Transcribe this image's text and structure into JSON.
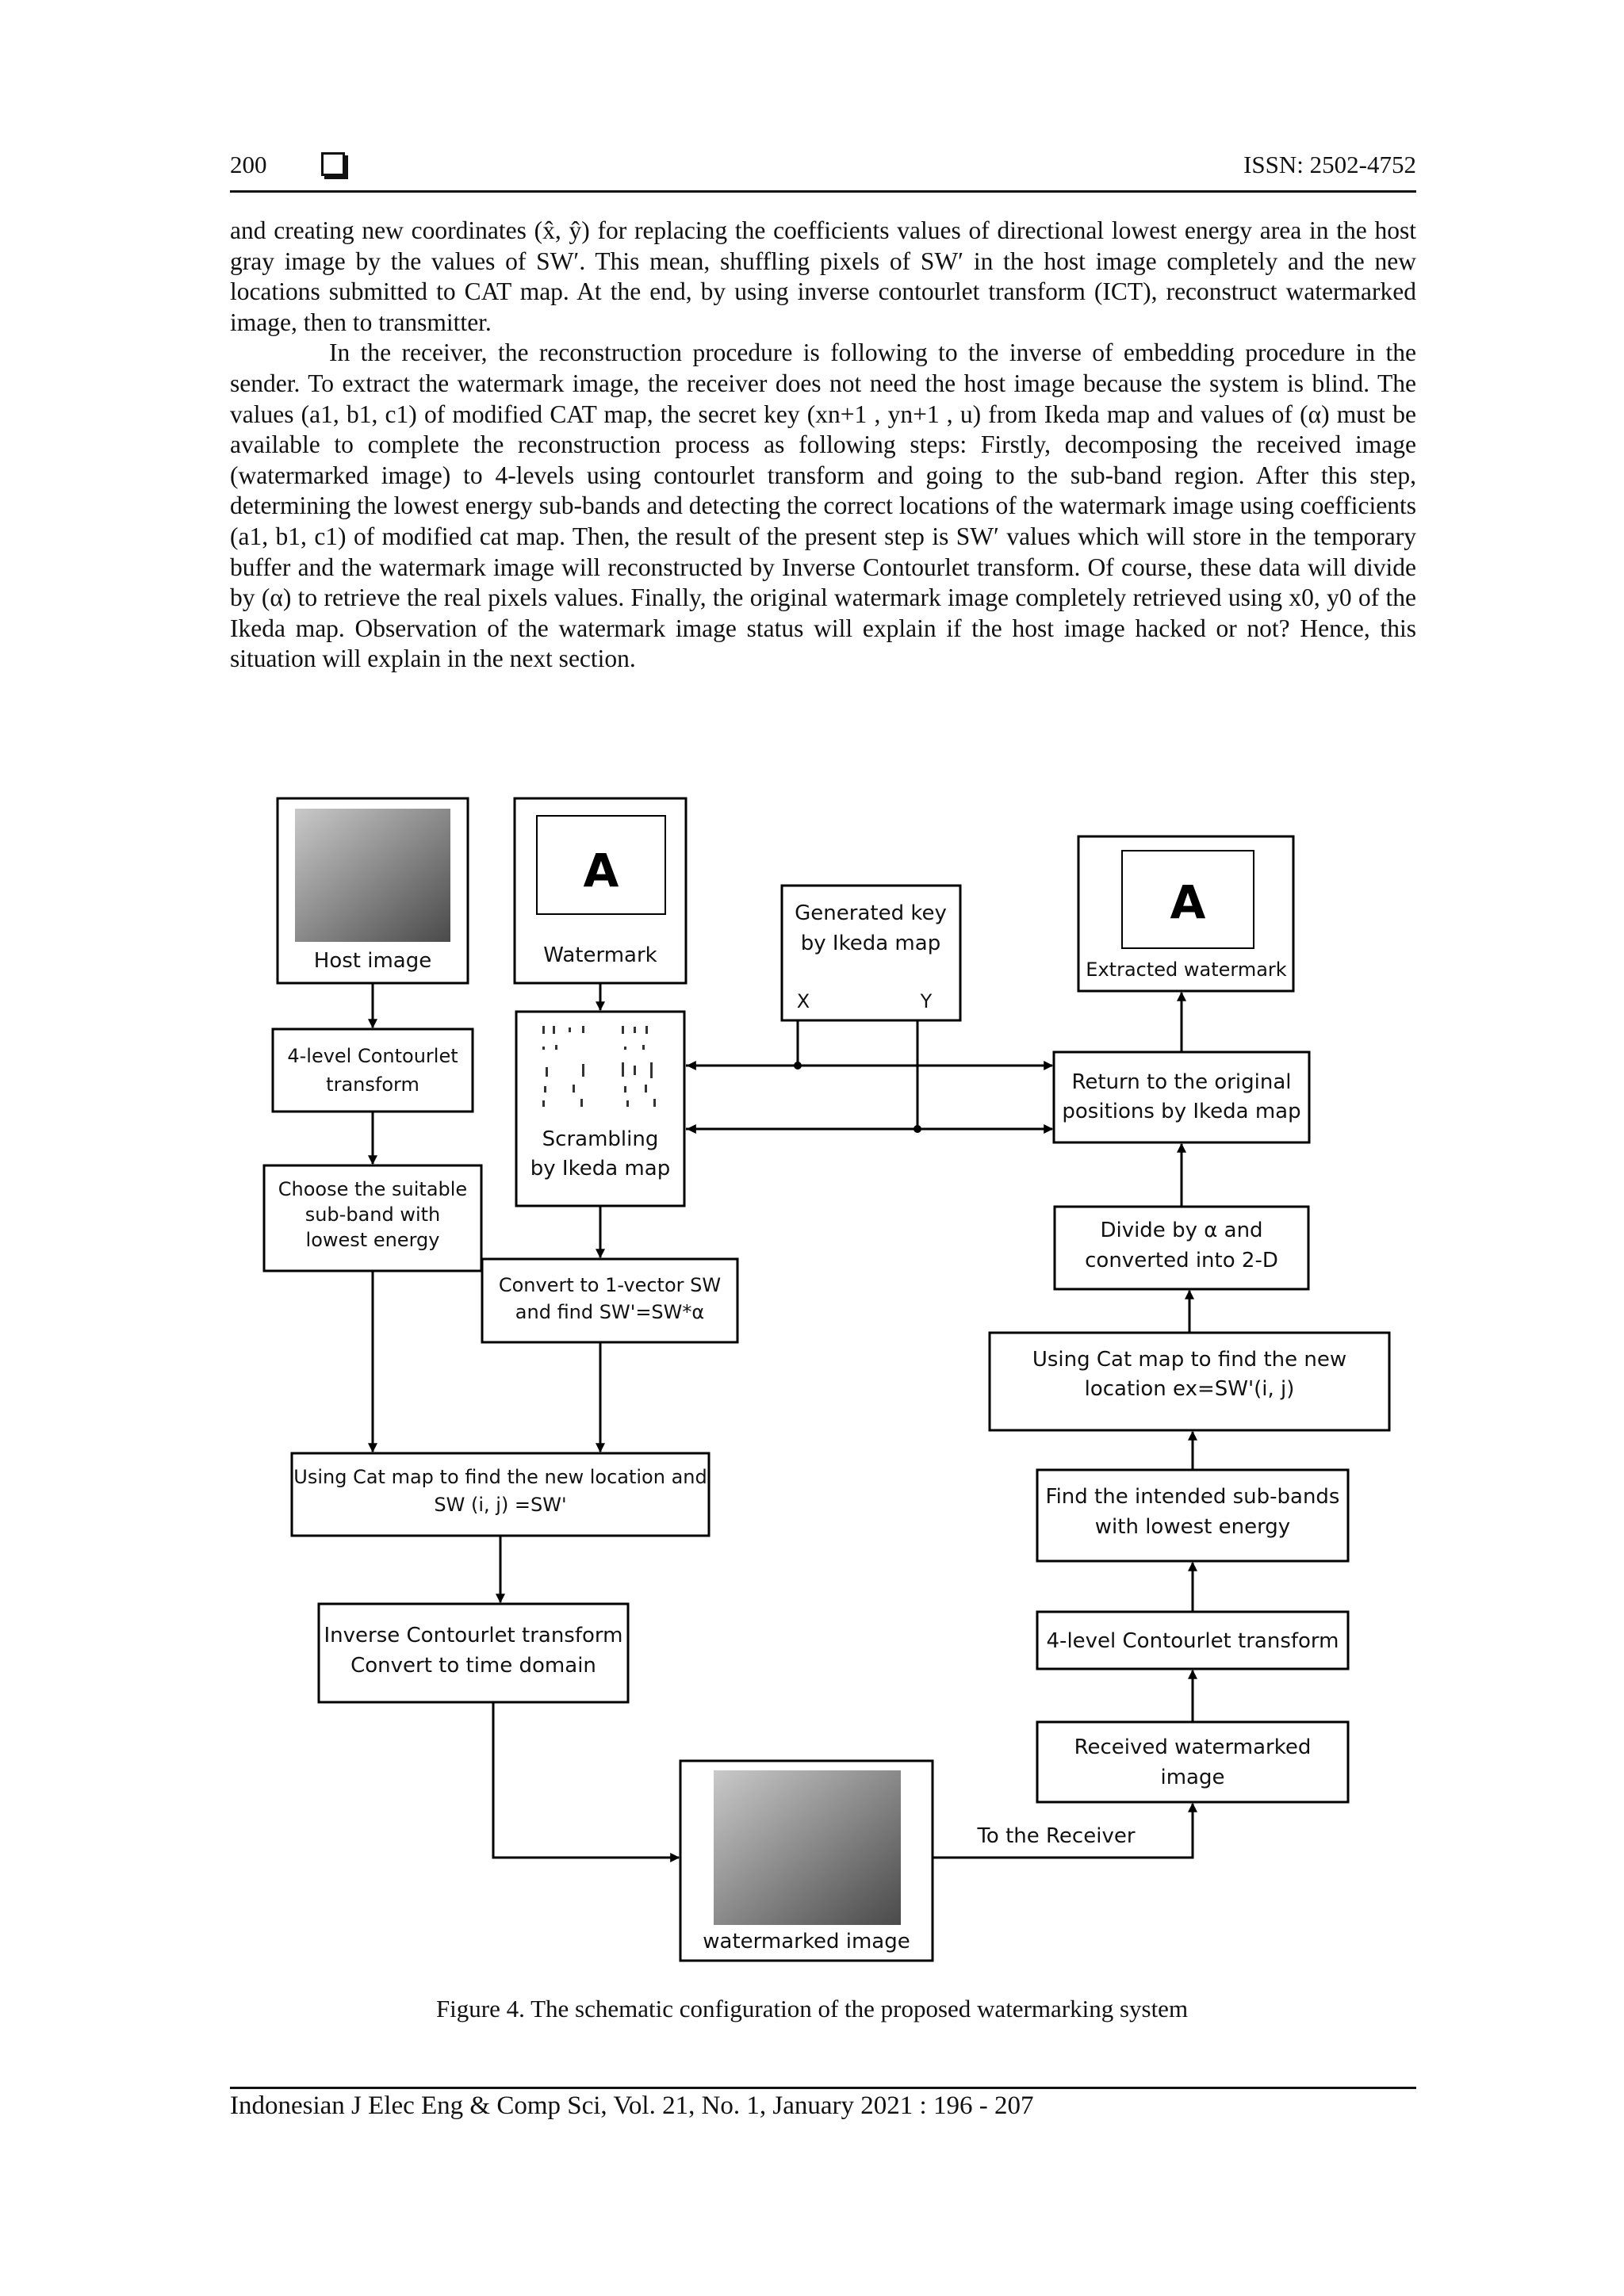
{
  "header": {
    "page_number": "200",
    "issn": "ISSN: 2502-4752"
  },
  "body": {
    "paragraphs": [
      "and creating new coordinates (x̂, ŷ) for replacing the coefficients values of directional lowest energy area in the host gray image by the values of SW′. This mean, shuffling pixels of SW′ in the host image completely and the new locations submitted to CAT map. At the end, by using inverse contourlet transform (ICT), reconstruct watermarked image, then to transmitter.",
      "In the receiver, the reconstruction procedure is following to the inverse of embedding procedure in the sender. To extract the watermark image, the receiver does not need the host image because the system is blind. The values (a1, b1, c1) of modified CAT map, the secret key (xn+1 , yn+1 , u) from Ikeda map and values of (α) must be available to complete the reconstruction process as following steps: Firstly, decomposing the received image (watermarked image) to 4-levels using contourlet transform and going to the sub-band region. After this step, determining the lowest energy sub-bands and detecting the correct locations of the watermark image using coefficients (a1, b1, c1) of modified cat map. Then, the result of the present step is SW′ values which will store in the temporary buffer and the watermark image will reconstructed by Inverse Contourlet transform. Of course, these data will divide by (α) to retrieve the real pixels values. Finally, the original watermark image completely retrieved using x0, y0 of the Ikeda map. Observation of the watermark image status will explain if the host image hacked or not? Hence, this situation will explain in the next section."
    ]
  },
  "figure": {
    "host_image_label": "Host image",
    "watermark_label": "Watermark",
    "watermark_glyph": "A",
    "generated_key_line1": "Generated key",
    "generated_key_line2": "by Ikeda map",
    "key_x": "X",
    "key_y": "Y",
    "extracted_label": "Extracted watermark",
    "extracted_glyph": "A",
    "contourlet_line1": "4-level Contourlet",
    "contourlet_line2": "transform",
    "scrambling_line1": "Scrambling",
    "scrambling_line2": "by Ikeda map",
    "return_line1": "Return to the original",
    "return_line2": "positions by Ikeda map",
    "choose_line1": "Choose the suitable",
    "choose_line2": "sub-band with",
    "choose_line3": "lowest energy",
    "divide_line1": "Divide by α and",
    "divide_line2": "converted into 2-D",
    "convert_line1": "Convert to 1-vector SW",
    "convert_line2": "and find SW'=SW*α",
    "catmap_rx_line1": "Using Cat map to find the new",
    "catmap_rx_line2": "location ex=SW'(i, j)",
    "catmap_tx_line1": "Using Cat map to find the new location and",
    "catmap_tx_line2": "SW (i, j) =SW'",
    "find_line1": "Find the intended sub-bands",
    "find_line2": "with lowest energy",
    "inverse_line1": "Inverse Contourlet transform",
    "inverse_line2": "Convert to time domain",
    "rx_contourlet": "4-level Contourlet transform",
    "received_line1": "Received watermarked",
    "received_line2": "image",
    "to_receiver": "To the Receiver",
    "watermarked_label": "watermarked image"
  },
  "caption": "Figure 4. The schematic configuration of the proposed watermarking system",
  "footer": "Indonesian J Elec Eng & Comp Sci, Vol. 21, No. 1, January 2021 : 196 - 207"
}
